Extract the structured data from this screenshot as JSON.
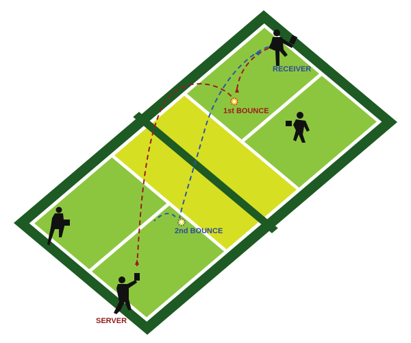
{
  "labels": {
    "receiver": "RECEIVER",
    "first_bounce": "1st BOUNCE",
    "second_bounce": "2nd BOUNCE",
    "server": "SERVER"
  },
  "colors": {
    "border": "#1e5a23",
    "court": "#8cc63f",
    "kitchen": "#d7df23",
    "lines": "#ffffff",
    "serve_path": "#9b1c1c",
    "return_path": "#2e55a8",
    "server_label": "#8e1b1b",
    "receiver_label": "#2e4a9a"
  }
}
